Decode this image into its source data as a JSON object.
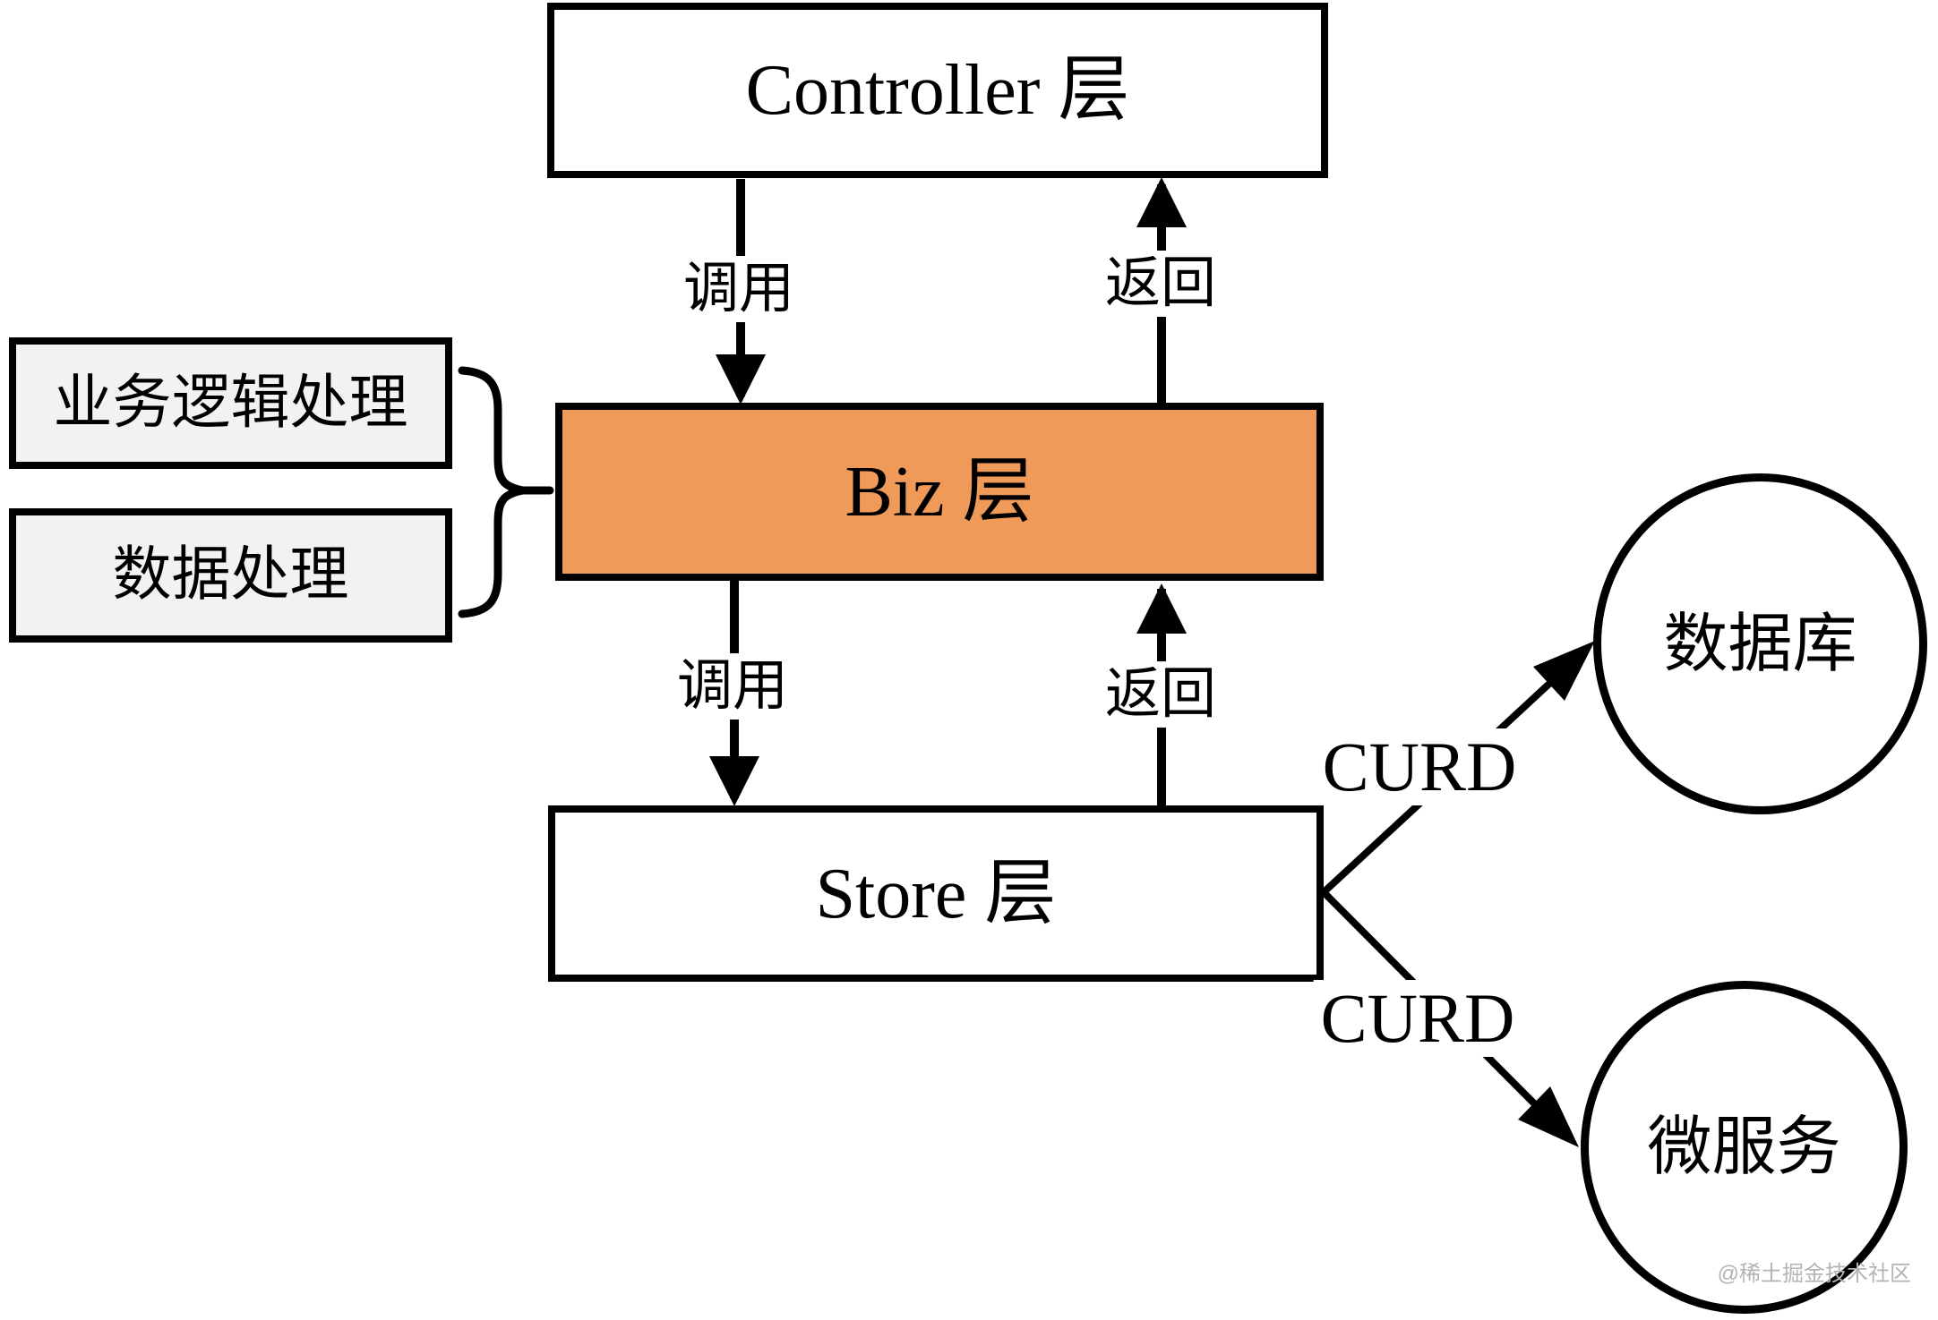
{
  "layers": {
    "controller": {
      "label": "Controller 层"
    },
    "biz": {
      "label": "Biz 层"
    },
    "store": {
      "label": "Store 层"
    }
  },
  "side_boxes": {
    "business_logic": {
      "label": "业务逻辑处理"
    },
    "data_processing": {
      "label": "数据处理"
    }
  },
  "flows": {
    "controller_to_biz": "调用",
    "biz_to_controller": "返回",
    "biz_to_store": "调用",
    "store_to_biz": "返回",
    "store_to_database": "CURD",
    "store_to_microservice": "CURD"
  },
  "targets": {
    "database": {
      "label": "数据库"
    },
    "microservice": {
      "label": "微服务"
    }
  },
  "colors": {
    "biz-fill": "#F09A5A",
    "side-box-fill": "#F2F2F2",
    "stroke": "#000000",
    "watermark": "#B3B3B3"
  },
  "watermark": "@稀土掘金技术社区"
}
